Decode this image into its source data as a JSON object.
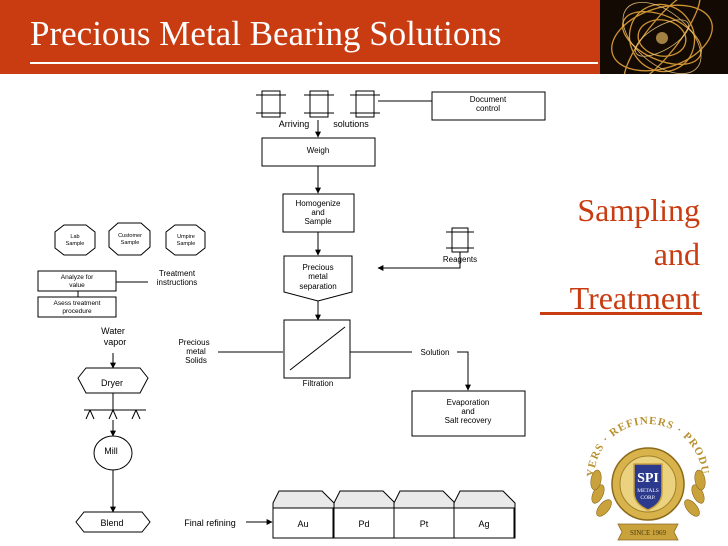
{
  "header": {
    "title": "Precious Metal Bearing Solutions"
  },
  "side_title": {
    "line1": "Sampling",
    "line2": "and",
    "line3": "Treatment"
  },
  "flowchart": {
    "arriving": "Arriving",
    "solutions": "solutions",
    "doc_control_1": "Document",
    "doc_control_2": "control",
    "weigh": "Weigh",
    "homogenize_1": "Homogenize",
    "homogenize_2": "and",
    "homogenize_3": "Sample",
    "lab_1": "Lab",
    "lab_2": "Sample",
    "customer_1": "Customer",
    "customer_2": "Sample",
    "umpire_1": "Umpire",
    "umpire_2": "Sample",
    "reagents": "Reagents",
    "separation_1": "Precious",
    "separation_2": "metal",
    "separation_3": "separation",
    "treatment_1": "Treatment",
    "treatment_2": "instructions",
    "analyze_1": "Analyze for",
    "analyze_2": "value",
    "assess_1": "Asess treatment",
    "assess_2": "procedure",
    "water_1": "Water",
    "water_2": "vapor",
    "solids_1": "Precious",
    "solids_2": "metal",
    "solids_3": "Solids",
    "solution": "Solution",
    "filtration": "Filtration",
    "dryer": "Dryer",
    "evap_1": "Evaporation",
    "evap_2": "and",
    "evap_3": "Salt recovery",
    "mill": "Mill",
    "blend": "Blend",
    "final_refining": "Final refining",
    "metals": [
      "Au",
      "Pd",
      "Pt",
      "Ag"
    ]
  },
  "logo": {
    "ring_text": "ASSAYERS · REFINERS · PRODUCERS",
    "brand": "SPI",
    "sub_1": "METALS",
    "sub_2": "CORP.",
    "banner": "SINCE 1969"
  },
  "colors": {
    "header_bg": "#c93b10",
    "accent": "#c93b10",
    "logo_gold": "#b8912e",
    "logo_blue": "#2b3a8c"
  }
}
